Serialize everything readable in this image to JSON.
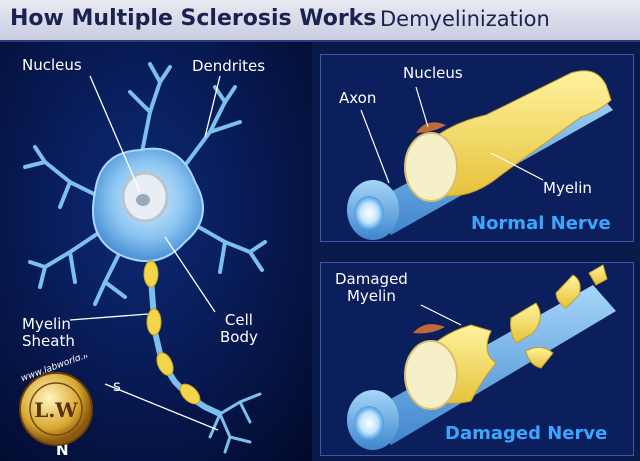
{
  "title": {
    "main": "How Multiple Sclerosis Works",
    "sub": "Demyelinization"
  },
  "neuron": {
    "labels": {
      "nucleus": "Nucleus",
      "dendrites": "Dendrites",
      "myelin_sheath": "Myelin\nSheath",
      "cell_body": "Cell\nBody",
      "partial_bottom": "N",
      "partial_axon": "s"
    }
  },
  "normal_panel": {
    "labels": {
      "nucleus": "Nucleus",
      "axon": "Axon",
      "myelin": "Myelin"
    },
    "caption": "Normal Nerve"
  },
  "damaged_panel": {
    "labels": {
      "damaged_myelin": "Damaged\nMyelin"
    },
    "caption": "Damaged Nerve"
  },
  "watermark": {
    "text": "www.labworld.ir",
    "initials": "L.W"
  },
  "colors": {
    "accent": "#3aa6ff",
    "myelin": "#f2d54a",
    "axon": "#6fb6ea",
    "background": "#0a1a4a"
  }
}
